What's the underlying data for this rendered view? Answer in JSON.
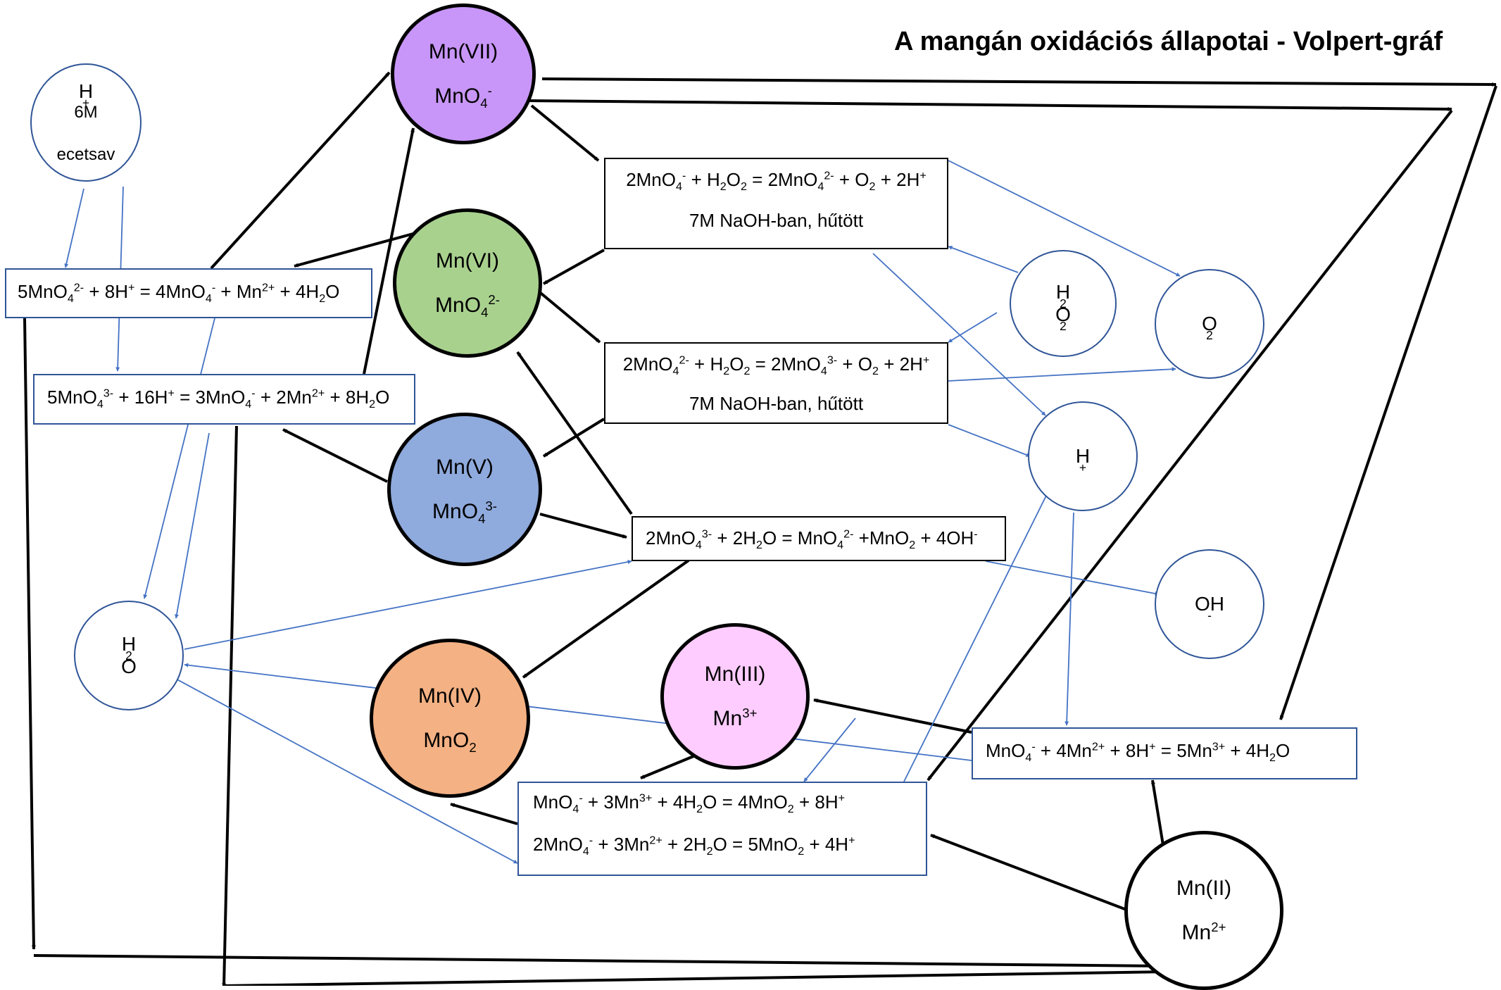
{
  "title": "A mangán oxidációs állapotai - Volpert-gráf",
  "colors": {
    "mn7": "#c896f8",
    "mn6": "#a9d18e",
    "mn5": "#8faadc",
    "mn4": "#f4b183",
    "mn3": "#ffccff",
    "mn2": "#ffffff",
    "arrow_main": "#000000",
    "arrow_reagent": "#4472c4",
    "reagent_border": "#2f5597"
  },
  "species": {
    "mn7": {
      "label": "Mn(VII)",
      "formula_html": "MnO<sub>4</sub><sup>-</sup>"
    },
    "mn6": {
      "label": "Mn(VI)",
      "formula_html": "MnO<sub>4</sub><sup>2-</sup>"
    },
    "mn5": {
      "label": "Mn(V)",
      "formula_html": "MnO<sub>4</sub><sup>3-</sup>"
    },
    "mn4": {
      "label": "Mn(IV)",
      "formula_html": "MnO<sub>2</sub>"
    },
    "mn3": {
      "label": "Mn(III)",
      "formula_html": "Mn<sup>3+</sup>"
    },
    "mn2": {
      "label": "Mn(II)",
      "formula_html": "Mn<sup>2+</sup>"
    }
  },
  "reagents": {
    "acid": {
      "html": "H<sup>+</sup> <span style=\"font-size:24px\">6M</span><br><span style=\"font-size:24px\">ecetsav</span>"
    },
    "h2o2": {
      "html": "H<sub>2</sub>O<sub>2</sub>"
    },
    "o2": {
      "html": "O<sub>2</sub>"
    },
    "hplus": {
      "html": "H<sup>+</sup>"
    },
    "oh": {
      "html": "OH<sup>-</sup>"
    },
    "h2o": {
      "html": "H<sub>2</sub>O"
    }
  },
  "reactions": {
    "r1": {
      "eq_html": "2MnO<sub>4</sub><sup>-</sup> + H<sub>2</sub>O<sub>2</sub> = 2MnO<sub>4</sub><sup>2-</sup> + O<sub>2</sub> + 2H<sup>+</sup>",
      "condition": "7M NaOH-ban, hűtött"
    },
    "r2": {
      "eq_html": "2MnO<sub>4</sub><sup>2-</sup> + H<sub>2</sub>O<sub>2</sub> = 2MnO<sub>4</sub><sup>3-</sup> + O<sub>2</sub> + 2H<sup>+</sup>",
      "condition": "7M NaOH-ban, hűtött"
    },
    "r3": {
      "eq_html": "2MnO<sub>4</sub><sup>3-</sup> + 2H<sub>2</sub>O = MnO<sub>4</sub><sup>2-</sup> +MnO<sub>2</sub> + 4OH<sup>-</sup>"
    },
    "r4": {
      "eq_html": "5MnO<sub>4</sub><sup>2-</sup> + 8H<sup>+</sup> = 4MnO<sub>4</sub><sup>-</sup> + Mn<sup>2+</sup> + 4H<sub>2</sub>O"
    },
    "r5": {
      "eq_html": "5MnO<sub>4</sub><sup>3-</sup> + 16H<sup>+</sup> = 3MnO<sub>4</sub><sup>-</sup> + 2Mn<sup>2+</sup> + 8H<sub>2</sub>O"
    },
    "r6": {
      "eq_html": "MnO<sub>4</sub><sup>-</sup> + 4Mn<sup>2+</sup> + 8H<sup>+</sup> = 5Mn<sup>3+</sup> + 4H<sub>2</sub>O"
    },
    "r7": {
      "eq1_html": "MnO<sub>4</sub><sup>-</sup> + 3Mn<sup>3+</sup> + 4H<sub>2</sub>O = 4MnO<sub>2</sub> + 8H<sup>+</sup>",
      "eq2_html": "2MnO<sub>4</sub><sup>-</sup> + 3Mn<sup>2+</sup> + 2H<sub>2</sub>O = 5MnO<sub>2</sub> + 4H<sup>+</sup>"
    }
  }
}
